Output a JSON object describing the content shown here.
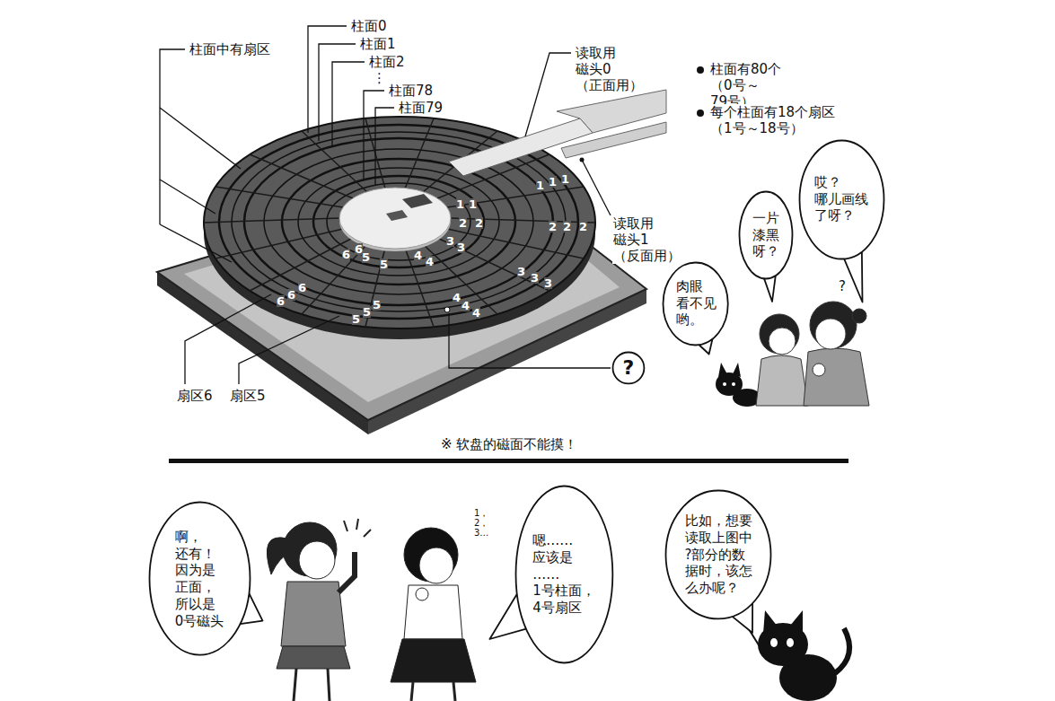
{
  "diagram": {
    "nodes": [
      {
        "text": [
          "肉眼 看不见 哟。"
        ]
      },
      {
        "text": [
          "一片 漆黑 呀？"
        ]
      },
      {
        "text": [
          "哎？ 哪儿画线 了呀？"
        ]
      },
      {
        "text": [
          "?"
        ]
      },
      {
        "text": [
          "啊，还有！ 因为是 正面， 所以是 0号磁头"
        ]
      },
      {
        "text": [
          "嗯…… 应该是 …… 1号柱面， 4号扇区"
        ]
      },
      {
        "text": [
          "比如，想要 读取上图中 ?部分的数 据时，该怎 么办呢？"
        ]
      }
    ],
    "labels": [
      "柱面中有扇区",
      "柱面0",
      "柱面1",
      "柱面2",
      "⋮",
      "柱面78",
      "柱面79",
      "读取用 磁头0（正面用）",
      "柱面有80个 （0号～79号）",
      "每个柱面有18个扇区 （1号～18号）",
      "1",
      "1",
      "1",
      "1",
      "1",
      "2",
      "2",
      "2",
      "2",
      "2",
      "3",
      "3",
      "3",
      "3",
      "3",
      "4",
      "4",
      "4",
      "4",
      "4",
      "5",
      "5",
      "5",
      "5",
      "5",
      "6",
      "6",
      "6",
      "6",
      "6",
      "读取用 磁头1（反面用）",
      "扇区6",
      "扇区5",
      "※ 软盘的磁面不能摸！",
      "1，2，3…",
      "?"
    ]
  }
}
